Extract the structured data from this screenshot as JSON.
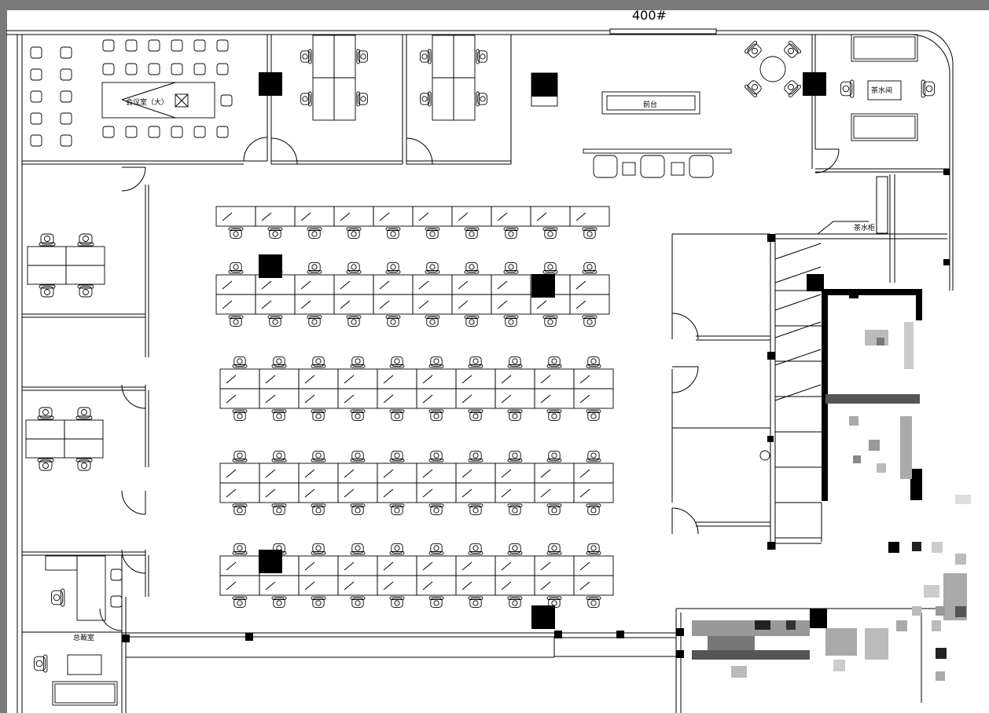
{
  "plan": {
    "unit_label": "400#",
    "rooms": {
      "meeting_room": "会议室（大）",
      "reception": "前台",
      "tea_room": "茶水间",
      "tea_counter": "茶水柜",
      "manager_office": "总裁室"
    }
  },
  "colors": {
    "frame": "#7a7a7a",
    "line": "#000000",
    "column": "#000000",
    "blur": "#9a9a9a"
  },
  "icons": {
    "desk": "workstation-desk-icon",
    "chair": "office-chair-icon",
    "column": "structural-column-icon",
    "door": "door-swing-icon",
    "sofa": "sofa-icon"
  }
}
